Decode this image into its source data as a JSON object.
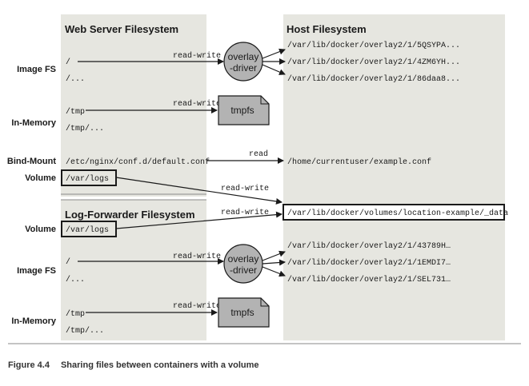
{
  "colors": {
    "panel": "#e6e6e0",
    "node": "#b3b3b3",
    "stroke": "#1a1a1a",
    "divider": "#8a8a8a"
  },
  "web": {
    "title": "Web Server Filesystem",
    "image_fs_label": "Image FS",
    "image_paths": [
      "/",
      "/..."
    ],
    "image_edge": "read-write",
    "inmem_label": "In-Memory",
    "inmem_paths": [
      "/tmp",
      "/tmp/..."
    ],
    "inmem_edge": "read-write",
    "bind_label": "Bind-Mount",
    "bind_path": "/etc/nginx/conf.d/default.conf",
    "bind_edge": "read",
    "volume_label": "Volume",
    "volume_path": "/var/logs",
    "volume_edge": "read-write"
  },
  "log": {
    "title": "Log-Forwarder Filesystem",
    "volume_label": "Volume",
    "volume_path": "/var/logs",
    "volume_edge": "read-write",
    "image_fs_label": "Image FS",
    "image_paths": [
      "/",
      "/..."
    ],
    "image_edge": "read-write",
    "inmem_label": "In-Memory",
    "inmem_paths": [
      "/tmp",
      "/tmp/..."
    ],
    "inmem_edge": "read-write"
  },
  "host": {
    "title": "Host Filesystem",
    "overlay_top": [
      "/var/lib/docker/overlay2/1/5QSYPA...",
      "/var/lib/docker/overlay2/1/4ZM6YH...",
      "/var/lib/docker/overlay2/1/86daa8..."
    ],
    "bind_target": "/home/currentuser/example.conf",
    "volume_target": "/var/lib/docker/volumes/location-example/_data",
    "overlay_bottom": [
      "/var/lib/docker/overlay2/1/43789H…",
      "/var/lib/docker/overlay2/1/1EMDI7…",
      "/var/lib/docker/overlay2/1/SEL731…"
    ]
  },
  "nodes": {
    "overlay_line1": "overlay",
    "overlay_line2": "-driver",
    "tmpfs": "tmpfs"
  },
  "caption": {
    "number": "Figure 4.4",
    "text": "Sharing files between containers with a volume"
  }
}
